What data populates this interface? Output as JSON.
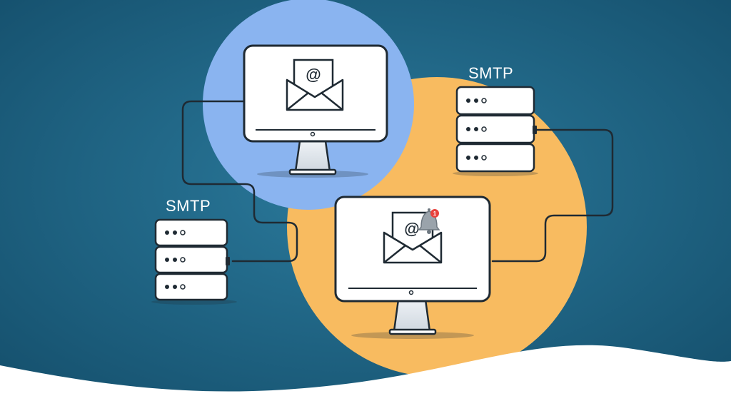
{
  "labels": {
    "smtp_top_right": "SMTP",
    "smtp_left": "SMTP"
  },
  "sender_computer": {
    "icon": "envelope-at-icon",
    "symbol": "@"
  },
  "receiver_computer": {
    "icon": "envelope-at-icon",
    "symbol": "@",
    "notification": {
      "icon": "bell-icon",
      "count": "1"
    }
  },
  "colors": {
    "background": "#1b5f80",
    "sender_circle": "#8ab4f0",
    "receiver_circle": "#f8bb60",
    "outline": "#1f2a33",
    "notification_badge": "#e8413c",
    "wave": "#ffffff"
  }
}
